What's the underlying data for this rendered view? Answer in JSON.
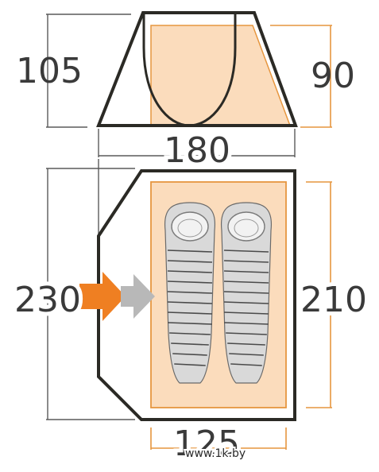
{
  "side_view": {
    "height_outer": "105",
    "height_inner": "90",
    "length": "180"
  },
  "floor_plan": {
    "length_outer": "230",
    "length_inner": "210",
    "width_inner": "125"
  },
  "watermark": "www.1k.by",
  "colors": {
    "tent_outline": "#2b2a25",
    "inner_fill": "#fbdcbc",
    "orange_accent": "#e6963f",
    "arrow_orange": "#ef7f22",
    "arrow_grey": "#b8b8b8",
    "dim_line": "#5a5a5a",
    "sleeping_bag_fill": "#d9d9d9",
    "sleeping_bag_stripe": "#4a4a4a"
  }
}
